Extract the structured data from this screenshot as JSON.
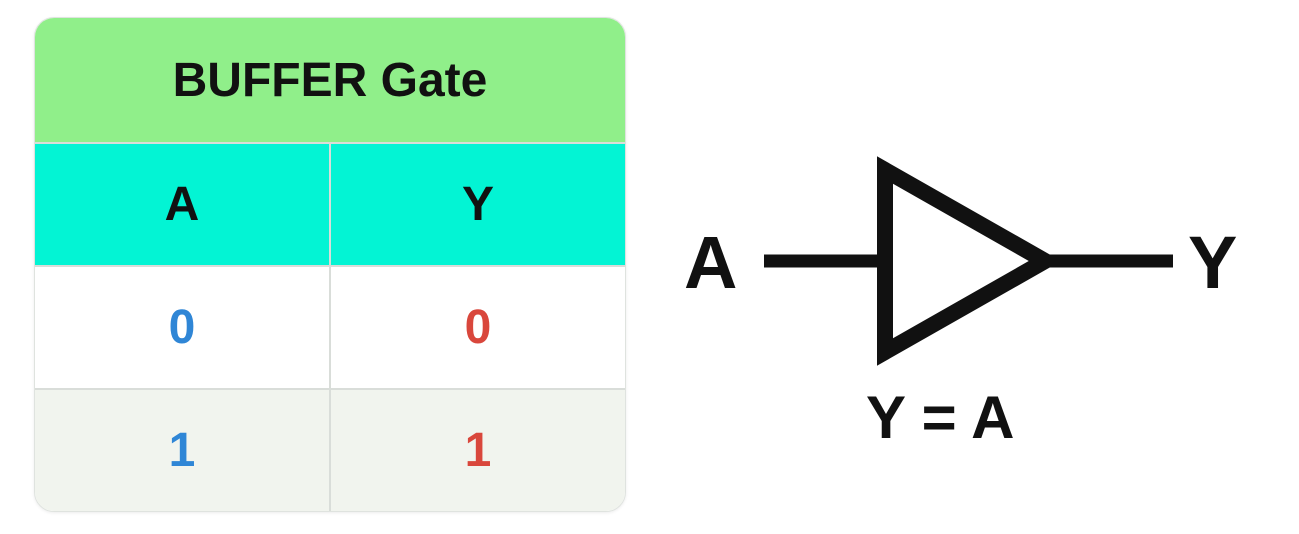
{
  "truth_table": {
    "title": "BUFFER Gate",
    "headers": [
      "A",
      "Y"
    ],
    "rows": [
      [
        "0",
        "0"
      ],
      [
        "1",
        "1"
      ]
    ],
    "colors": {
      "title_bg": "#90ef8a",
      "header_bg": "#03f4d4",
      "input_value": "#2f86d6",
      "output_value": "#d9473c"
    }
  },
  "gate": {
    "type": "buffer",
    "input_label": "A",
    "output_label": "Y",
    "equation": "Y = A"
  }
}
